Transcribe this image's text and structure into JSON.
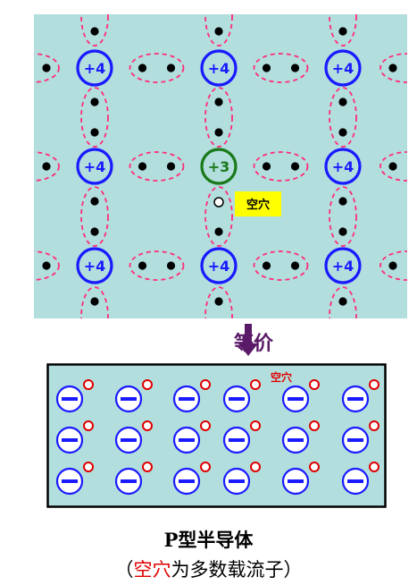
{
  "lattice": {
    "si_label": "+4",
    "dopant_label": "+3",
    "hole_label": "空穴",
    "colors": {
      "background": "#b2dede",
      "si_ring": "#1a1aff",
      "dopant_ring": "#1a7a1a",
      "bond": "#ff2d78",
      "hole_tag": "#ffff00"
    }
  },
  "equivalence": {
    "label": "等价",
    "arrow_color": "#5a1a68"
  },
  "model": {
    "hole_label": "空穴",
    "ion_sign": "−",
    "rows": 3,
    "cols": 6
  },
  "caption": {
    "title": "P型半导体",
    "paren_open": "（",
    "majority_carrier": "空穴",
    "rest": "为多数载流子）"
  }
}
